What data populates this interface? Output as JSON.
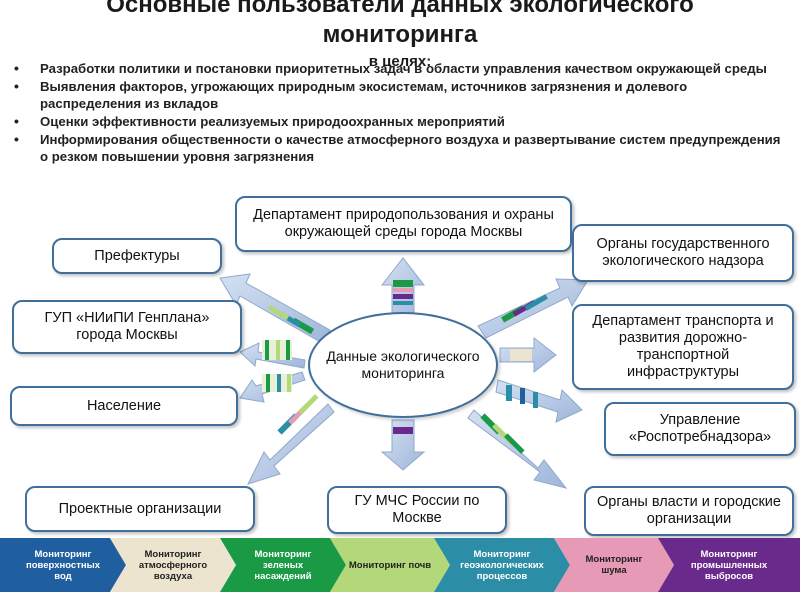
{
  "title_line1": "Основные пользователи данных экологического",
  "title_line2": "мониторинга",
  "subtitle": "в целях:",
  "bullets": [
    "Разработки политики и постановки приоритетных задач в области управления качеством окружающей среды",
    "Выявления факторов, угрожающих природным экосистемам, источников загрязнения и долевого распределения из вкладов",
    "Оценки эффективности реализуемых природоохранных мероприятий",
    "Информирования общественности о качестве атмосферного воздуха и развертывание систем предупреждения о резком повышении уровня загрязнения"
  ],
  "center": "Данные экологического мониторинга",
  "boxes": {
    "dep_priroda": "Департамент природопользования и охраны окружающей среды города Москвы",
    "prefektury": "Префектуры",
    "gup": "ГУП «НИиПИ Генплана» города Москвы",
    "naselenie": "Население",
    "proekt": "Проектные организации",
    "mchs": "ГУ МЧС России по Москве",
    "nadzor": "Органы государственного экологического надзора",
    "transport": "Департамент транспорта и развития дорожно-транспортной инфраструктуры",
    "rospotreb": "Управление «Роспотребнадзора»",
    "vlast": "Органы власти и городские организации"
  },
  "bar": [
    {
      "label": "Мониторинг поверхностных вод",
      "color": "#1f5fa0",
      "text": "#ffffff"
    },
    {
      "label": "Мониторинг атмосферного воздуха",
      "color": "#ece4cf",
      "text": "#222222"
    },
    {
      "label": "Мониторинг зеленых насаждений",
      "color": "#1a9a45",
      "text": "#ffffff"
    },
    {
      "label": "Мониторинг почв",
      "color": "#b3d87a",
      "text": "#222222"
    },
    {
      "label": "Мониторинг геоэкологических процессов",
      "color": "#2c8ea6",
      "text": "#ffffff"
    },
    {
      "label": "Мониторинг шума",
      "color": "#e79ab5",
      "text": "#222222"
    },
    {
      "label": "Мониторинг промышленных выбросов",
      "color": "#6a2a8c",
      "text": "#ffffff"
    }
  ],
  "colors": {
    "box_border": "#3f6f9a",
    "arrow_fill": "#b8cbe6",
    "arrow_stroke": "#8fa8cc"
  }
}
